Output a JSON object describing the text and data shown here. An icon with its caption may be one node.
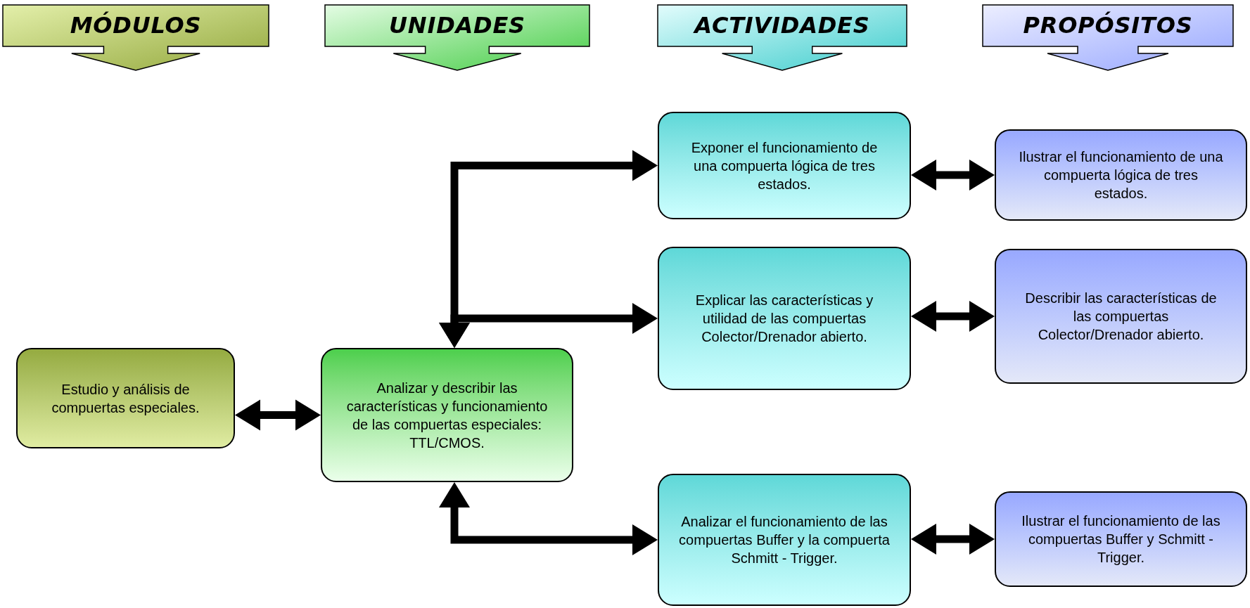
{
  "diagram": {
    "nodes": [
      {
        "text": [
          "MÓDULOS"
        ]
      },
      {
        "text": [
          "UNIDADES"
        ]
      },
      {
        "text": [
          "ACTIVIDADES"
        ]
      },
      {
        "text": [
          "PROPÓSITOS"
        ]
      },
      {
        "text": [
          "Estudio y análisis de compuertas especiales."
        ]
      },
      {
        "text": [
          "Analizar y describir las características y funcionamiento de las compuertas especiales: TTL/CMOS."
        ]
      },
      {
        "text": [
          "Exponer el funcionamiento de una compuerta lógica de  tres estados."
        ]
      },
      {
        "text": [
          "Explicar las características y utilidad de las compuertas Colector/Drenador abierto."
        ]
      },
      {
        "text": [
          "Analizar el funcionamiento de las compuertas Buffer y la compuerta Schmitt - Trigger."
        ]
      },
      {
        "text": [
          "Ilustrar el funcionamiento de una compuerta lógica de  tres estados."
        ]
      },
      {
        "text": [
          "Describir las características de las compuertas Colector/Drenador abierto."
        ]
      },
      {
        "text": [
          "Ilustrar el funcionamiento de las compuertas Buffer y Schmitt - Trigger."
        ]
      }
    ],
    "edges": [
      {
        "from": 4,
        "to": 5,
        "arrow": "both"
      },
      {
        "from": 5,
        "to": 6,
        "arrow": "both"
      },
      {
        "from": 5,
        "to": 7,
        "arrow": "both"
      },
      {
        "from": 5,
        "to": 8,
        "arrow": "both"
      },
      {
        "from": 6,
        "to": 9,
        "arrow": "both"
      },
      {
        "from": 7,
        "to": 10,
        "arrow": "both"
      },
      {
        "from": 8,
        "to": 11,
        "arrow": "both"
      }
    ]
  }
}
